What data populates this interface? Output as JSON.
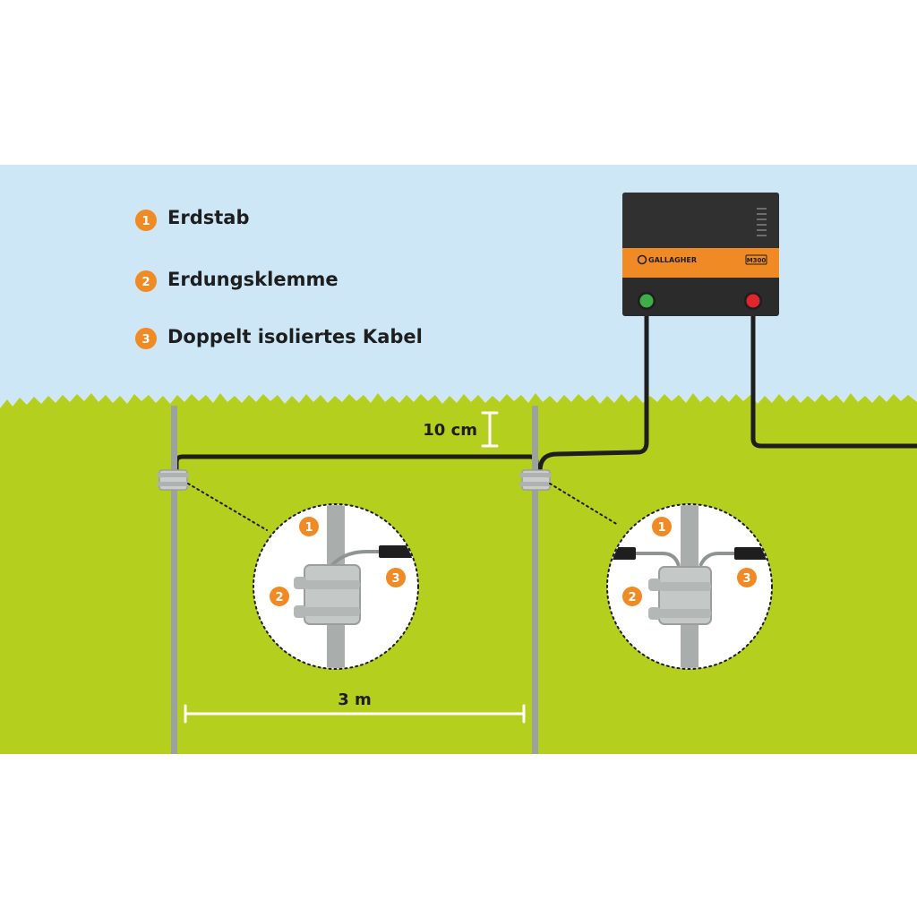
{
  "legend": {
    "items": [
      {
        "number": "1",
        "label": "Erdstab"
      },
      {
        "number": "2",
        "label": "Erdungsklemme"
      },
      {
        "number": "3",
        "label": "Doppelt isoliertes Kabel"
      }
    ]
  },
  "dimensions": {
    "height_label": "10 cm",
    "spacing_label": "3 m"
  },
  "energizer": {
    "brand": "GALLAGHER",
    "model": "M300"
  },
  "callouts": {
    "left": {
      "badge_1": "1",
      "badge_2": "2",
      "badge_3": "3"
    },
    "right": {
      "badge_1": "1",
      "badge_2": "2",
      "badge_3": "3"
    }
  },
  "colors": {
    "sky": "#cde7f6",
    "grass": "#b5cf1f",
    "accent_orange": "#f08a24",
    "terminal_green": "#3fae49",
    "terminal_red": "#e0262a",
    "cable": "#1e1e1e"
  }
}
